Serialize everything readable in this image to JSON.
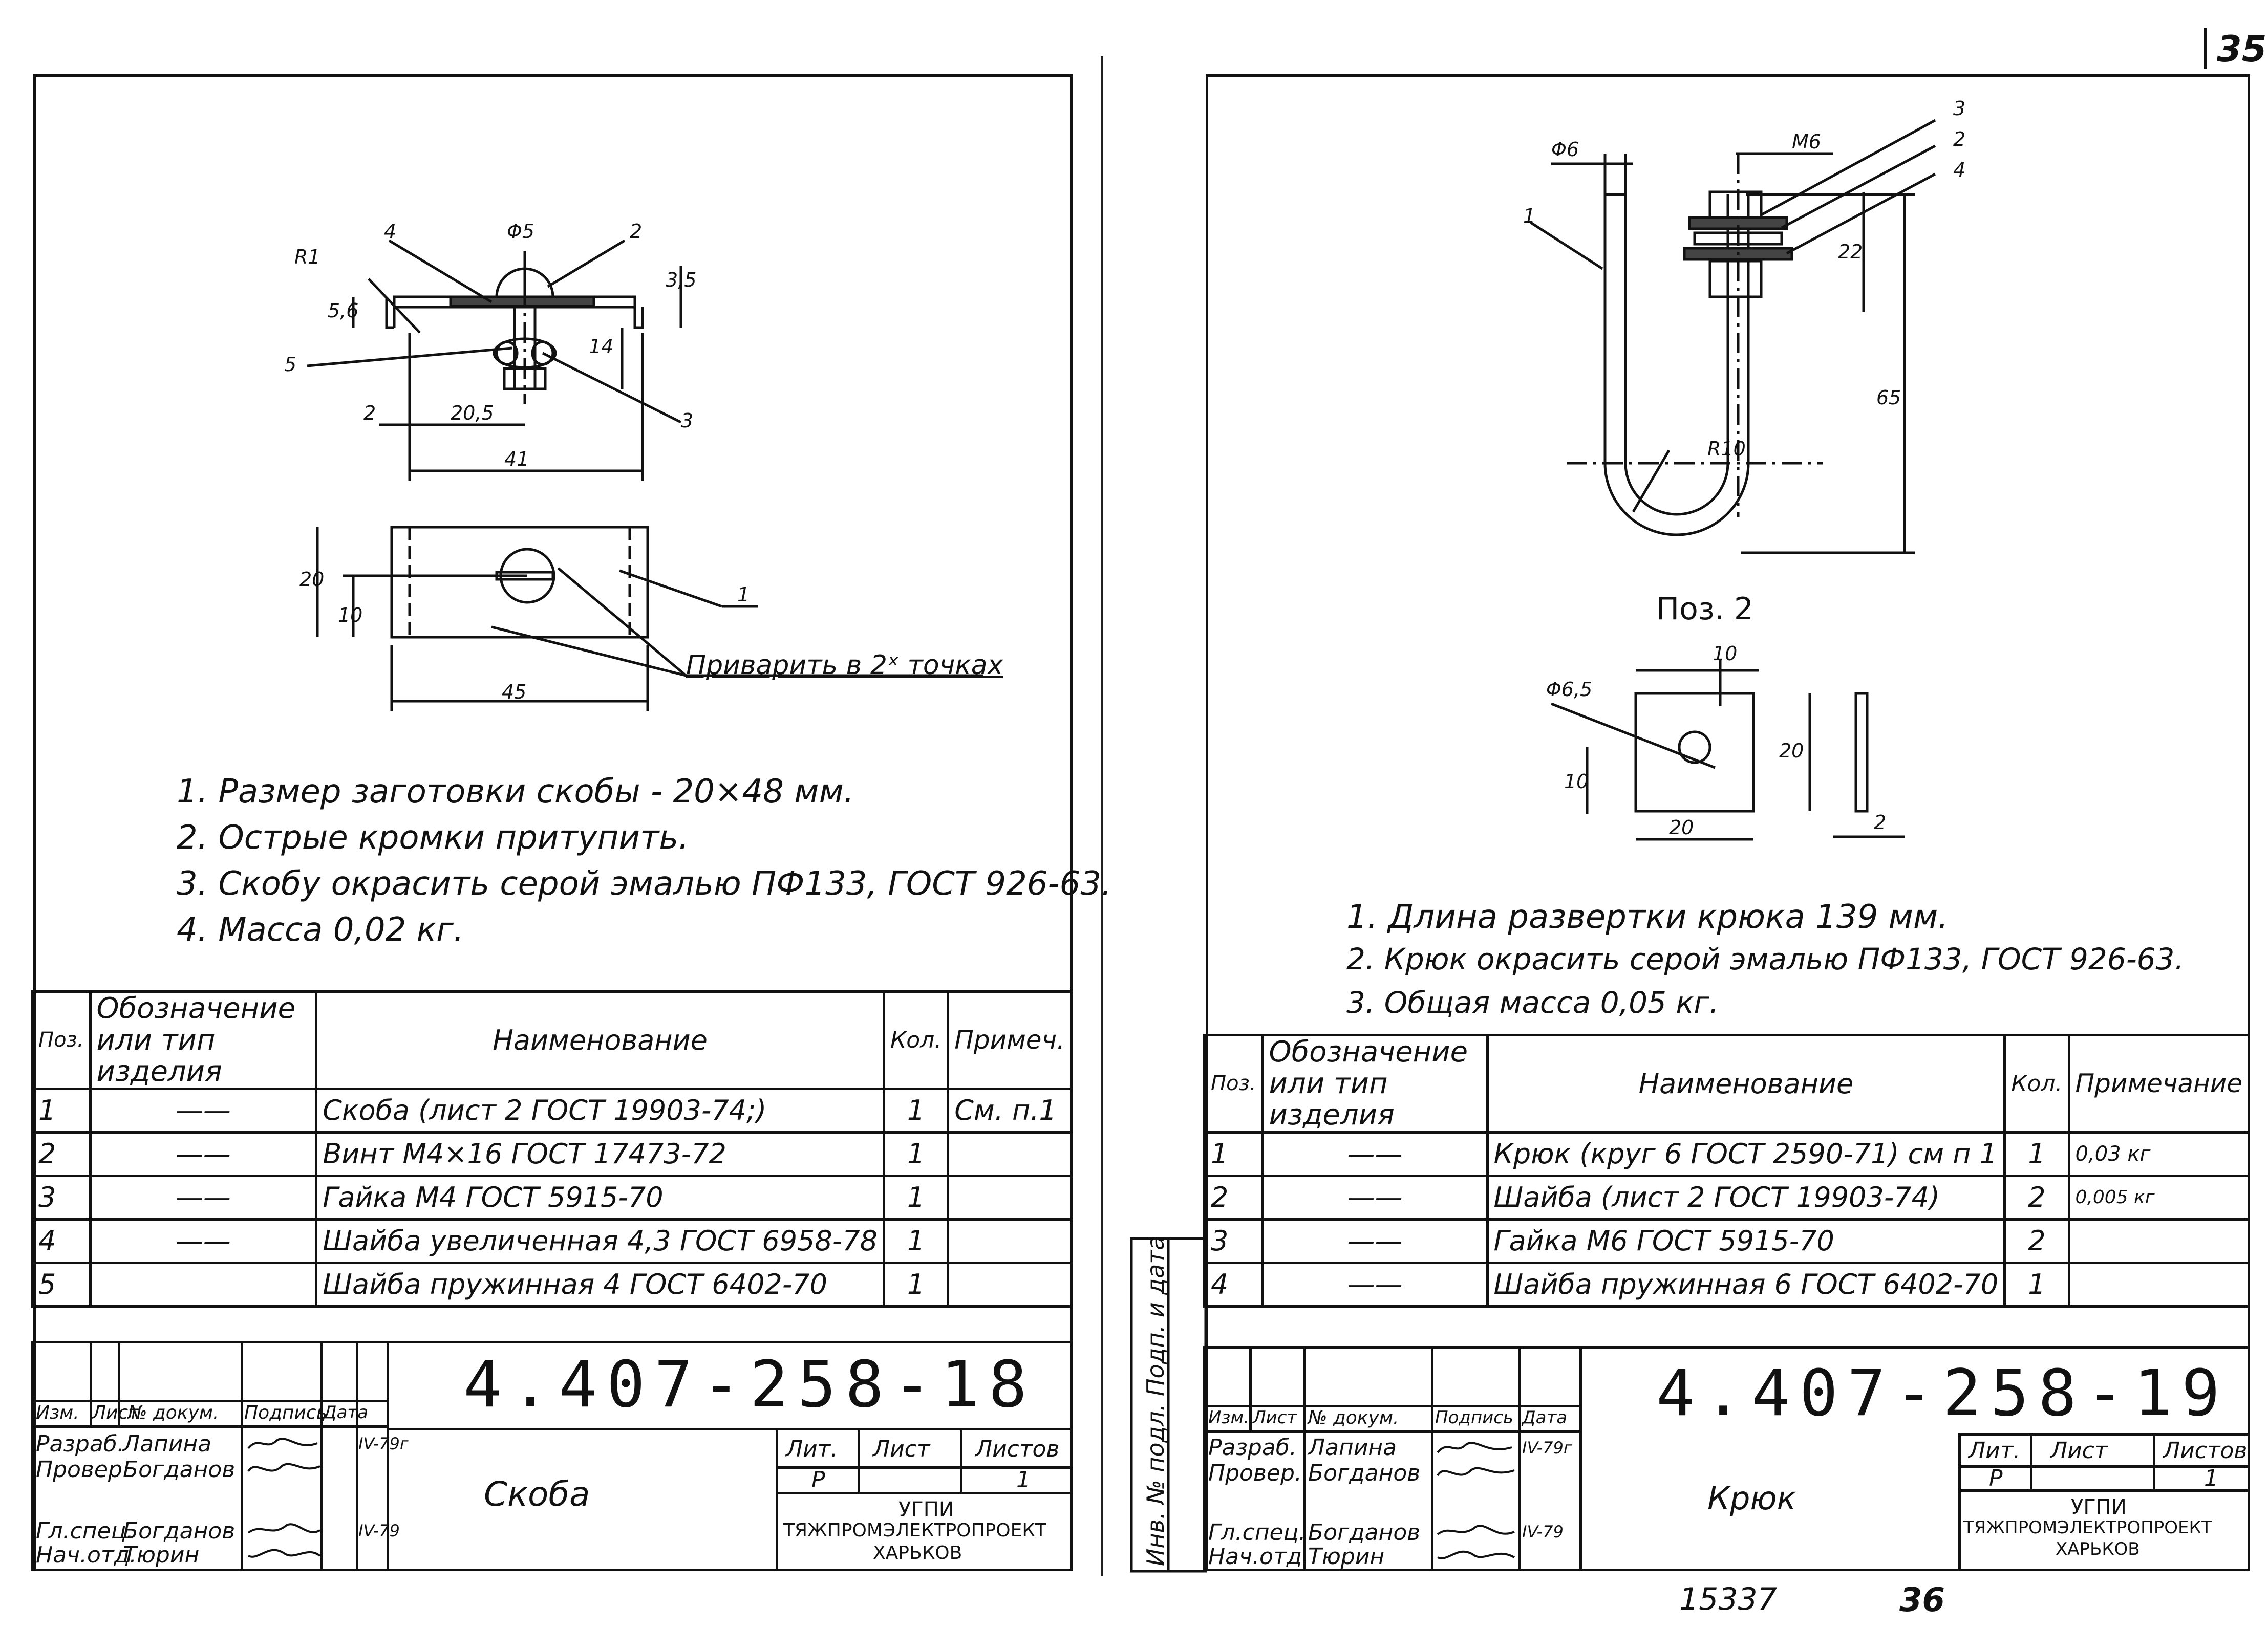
{
  "page_number": "35",
  "footer": {
    "inventory": "15337",
    "page": "36"
  },
  "left": {
    "labels": {
      "r1": "R1",
      "p4": "4",
      "p5_dia": "Φ5",
      "p2": "2",
      "d35": "3,5",
      "d56": "5,6",
      "d14": "14",
      "p5": "5",
      "p3": "3",
      "d2": "2",
      "d205": "20,5",
      "d41": "41",
      "d20": "20",
      "d10": "10",
      "p1": "1",
      "d45": "45"
    },
    "weld_note": "Приварить в 2ˣ точках",
    "notes": [
      "1. Размер заготовки скобы - 20×48 мм.",
      "2. Острые кромки притупить.",
      "3. Скобу окрасить серой эмалью ПФ133, ГОСТ 926-63.",
      "4. Масса 0,02 кг."
    ],
    "spec": {
      "headers": {
        "pos": "Поз.",
        "designation": "Обозначение или тип изделия",
        "name": "Наименование",
        "qty": "Кол.",
        "note": "Примеч."
      },
      "rows": [
        {
          "pos": "1",
          "des": "——",
          "name": "Скоба (лист 2 ГОСТ 19903-74;)",
          "qty": "1",
          "note": "См. п.1"
        },
        {
          "pos": "2",
          "des": "——",
          "name": "Винт М4×16 ГОСТ 17473-72",
          "qty": "1",
          "note": ""
        },
        {
          "pos": "3",
          "des": "——",
          "name": "Гайка М4 ГОСТ 5915-70",
          "qty": "1",
          "note": ""
        },
        {
          "pos": "4",
          "des": "——",
          "name": "Шайба увеличенная 4,3 ГОСТ 6958-78",
          "qty": "1",
          "note": ""
        },
        {
          "pos": "5",
          "des": "",
          "name": "Шайба пружинная 4 ГОСТ 6402-70",
          "qty": "1",
          "note": ""
        }
      ]
    },
    "title_block": {
      "code": "4.407-258-18",
      "name": "Скоба",
      "cols": {
        "izm": "Изм.",
        "list": "Лист",
        "ndoc": "№ докум.",
        "sign": "Подпись",
        "date": "Дата"
      },
      "rows": [
        {
          "role": "Разраб.",
          "name": "Лапина",
          "date": "IV-79г"
        },
        {
          "role": "Провер.",
          "name": "Богданов",
          "date": ""
        },
        {
          "role": "Гл.спец.",
          "name": "Богданов",
          "date": "IV-79"
        },
        {
          "role": "Нач.отд.",
          "name": "Тюрин",
          "date": ""
        }
      ],
      "lit_label": "Лит.",
      "sheet_label": "Лист",
      "sheets_label": "Листов",
      "lit": "Р",
      "sheets": "1",
      "org": [
        "УГПИ",
        "ТЯЖПРОМЭЛЕКТРОПРОЕКТ",
        "ХАРЬКОВ"
      ]
    }
  },
  "right": {
    "labels": {
      "d6": "Φ6",
      "m6": "М6",
      "p3": "3",
      "p2": "2",
      "p4": "4",
      "p1": "1",
      "d22": "22",
      "d65": "65",
      "r10": "R10",
      "pos2": "Поз. 2",
      "d10": "10",
      "d65b": "Φ6,5",
      "d20v": "20",
      "d10v": "10",
      "d20h": "20",
      "d2": "2"
    },
    "notes": [
      "1. Длина развертки крюка 139 мм.",
      "2. Крюк окрасить серой эмалью ПФ133, ГОСТ 926-63.",
      "3. Общая масса 0,05 кг."
    ],
    "spec": {
      "headers": {
        "pos": "Поз.",
        "designation": "Обозначение или тип изделия",
        "name": "Наименование",
        "qty": "Кол.",
        "note": "Примечание"
      },
      "rows": [
        {
          "pos": "1",
          "des": "——",
          "name": "Крюк (круг 6 ГОСТ 2590-71) см п 1",
          "qty": "1",
          "note": "0,03 кг"
        },
        {
          "pos": "2",
          "des": "——",
          "name": "Шайба (лист 2 ГОСТ 19903-74)",
          "qty": "2",
          "note": "0,005 кг"
        },
        {
          "pos": "3",
          "des": "——",
          "name": "Гайка М6 ГОСТ 5915-70",
          "qty": "2",
          "note": ""
        },
        {
          "pos": "4",
          "des": "——",
          "name": "Шайба пружинная 6 ГОСТ 6402-70",
          "qty": "1",
          "note": ""
        }
      ]
    },
    "side_stamp": "Инв. № подл. Подп. и дата",
    "title_block": {
      "code": "4.407-258-19",
      "name": "Крюк",
      "cols": {
        "izm": "Изм.",
        "list": "Лист",
        "ndoc": "№ докум.",
        "sign": "Подпись",
        "date": "Дата"
      },
      "rows": [
        {
          "role": "Разраб.",
          "name": "Лапина",
          "date": "IV-79г"
        },
        {
          "role": "Провер.",
          "name": "Богданов",
          "date": ""
        },
        {
          "role": "Гл.спец.",
          "name": "Богданов",
          "date": "IV-79"
        },
        {
          "role": "Нач.отд.",
          "name": "Тюрин",
          "date": ""
        }
      ],
      "lit_label": "Лит.",
      "sheet_label": "Лист",
      "sheets_label": "Листов",
      "lit": "Р",
      "sheets": "1",
      "org": [
        "УГПИ",
        "ТЯЖПРОМЭЛЕКТРОПРОЕКТ",
        "ХАРЬКОВ"
      ]
    }
  }
}
